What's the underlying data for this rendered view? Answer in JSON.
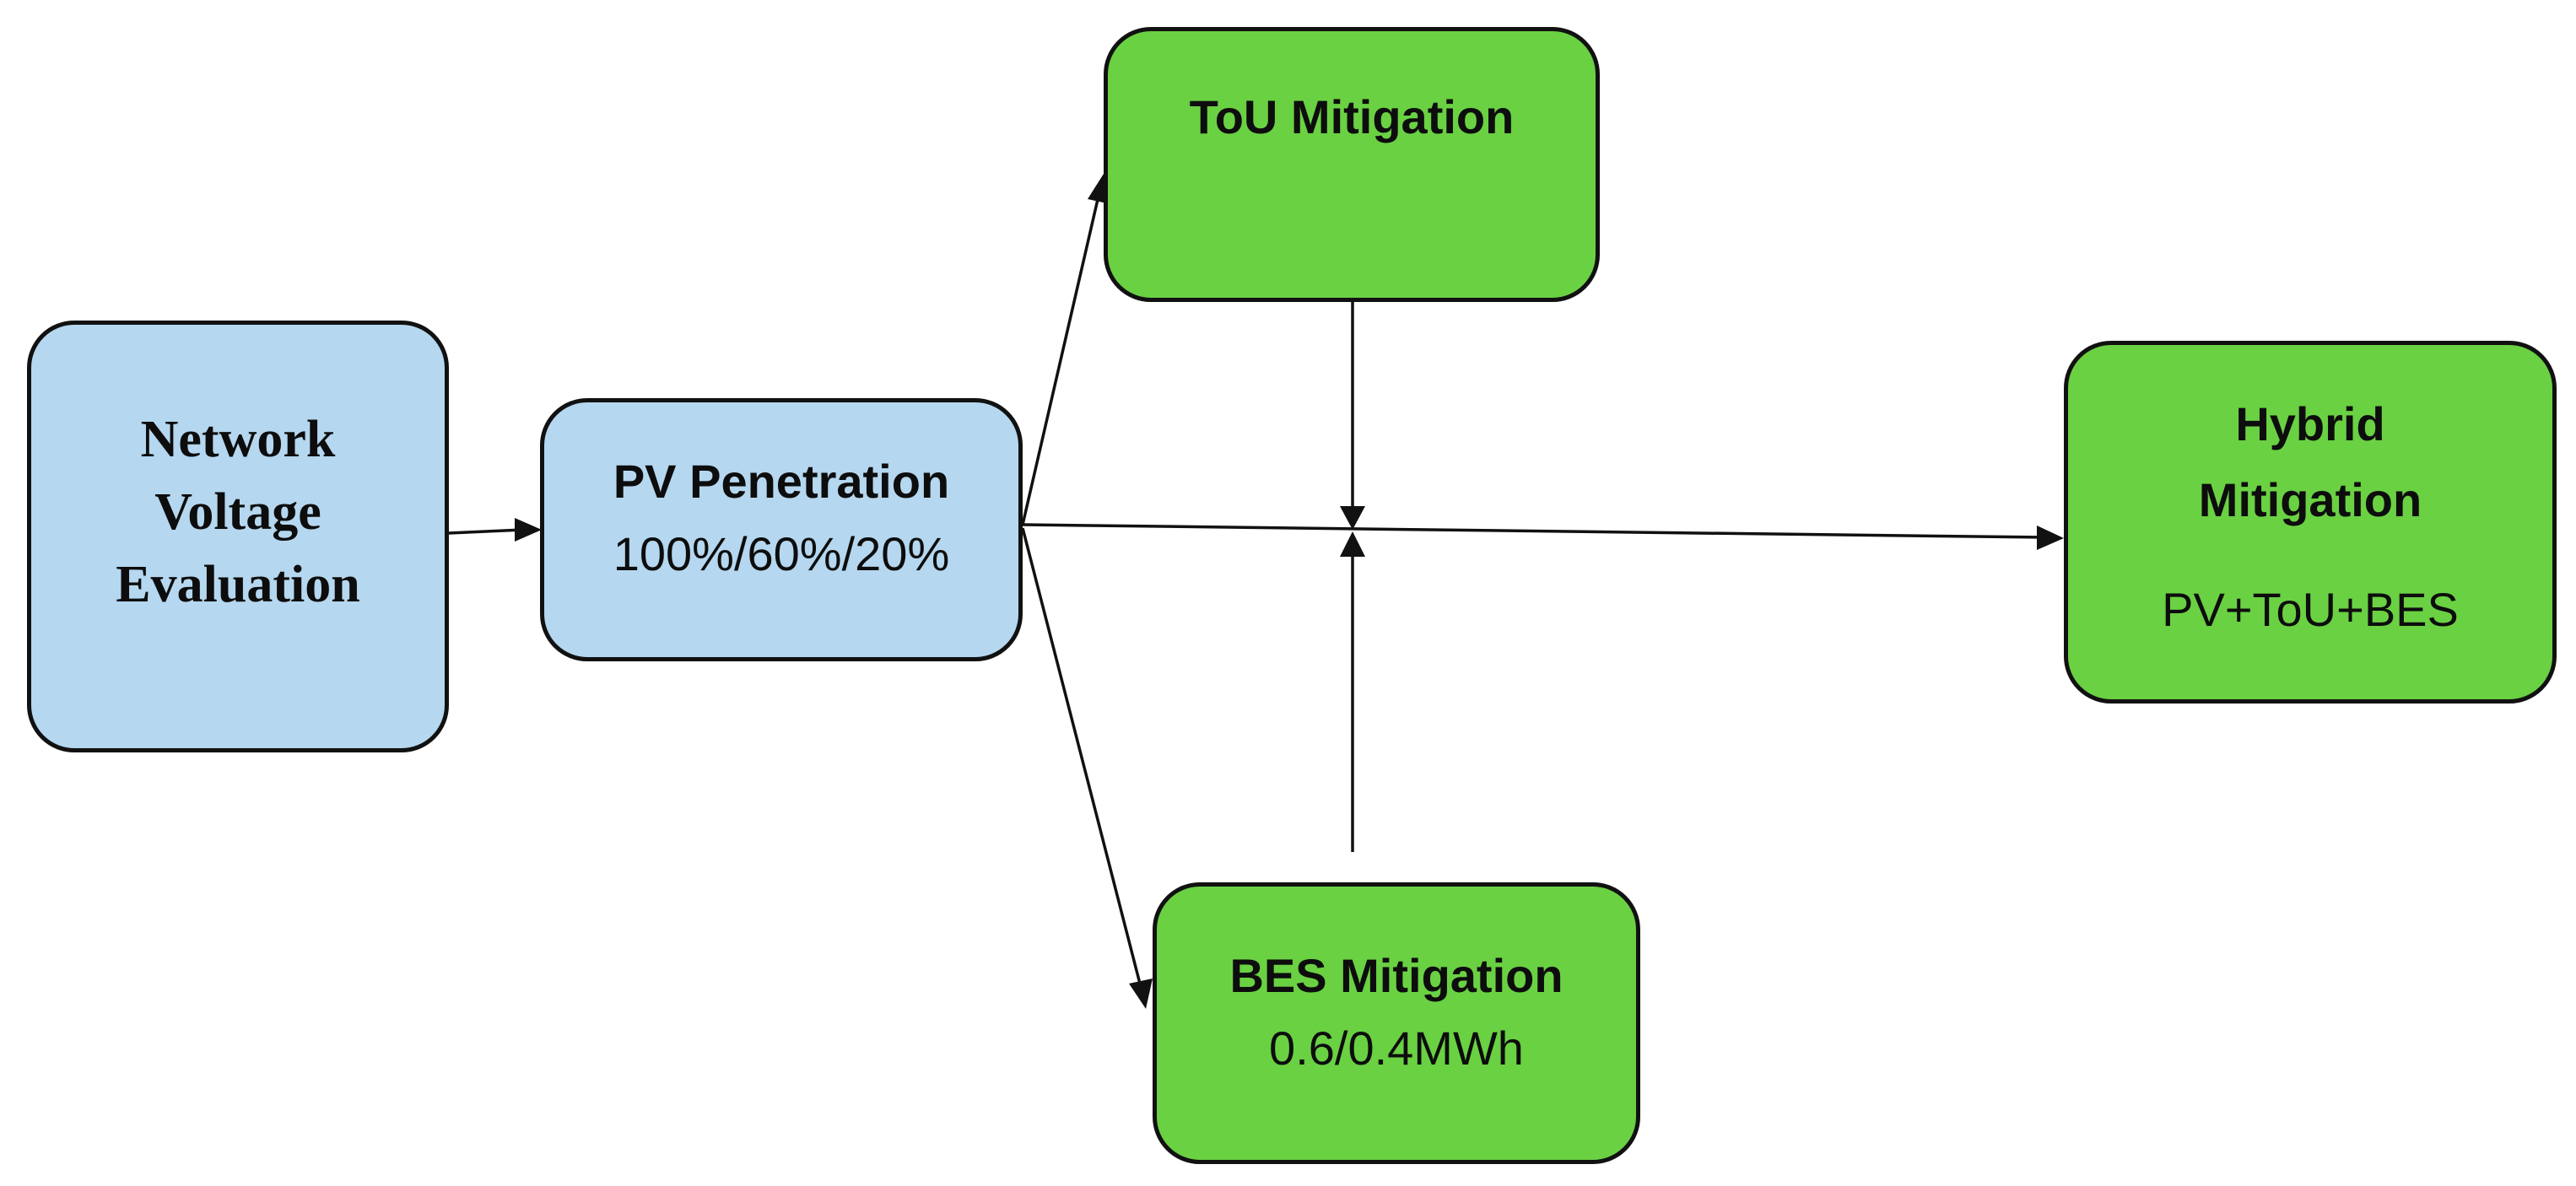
{
  "nodes": {
    "network": {
      "line1": "Network",
      "line2": "Voltage",
      "line3": "Evaluation"
    },
    "pv": {
      "title": "PV Penetration",
      "subtitle": "100%/60%/20%"
    },
    "tou": {
      "title": "ToU Mitigation"
    },
    "bes": {
      "title": "BES Mitigation",
      "subtitle": "0.6/0.4MWh"
    },
    "hybrid": {
      "title_line1": "Hybrid",
      "title_line2": "Mitigation",
      "subtitle": "PV+ToU+BES"
    }
  },
  "colors": {
    "blue_fill": "#b5d7ef",
    "green_fill": "#6ad143",
    "border": "#111111"
  }
}
